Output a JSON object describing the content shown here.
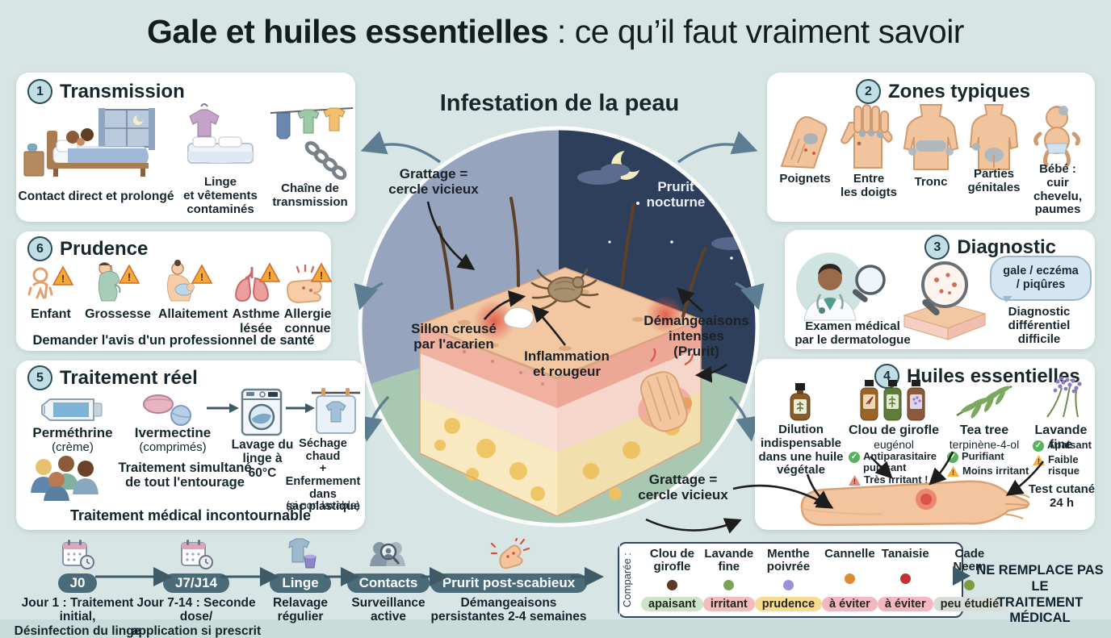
{
  "title": {
    "emphasis": "Gale et huiles essentielles",
    "rest": " : ce qu’il faut vraiment savoir"
  },
  "center": {
    "heading": "Infestation de la peau",
    "labels": {
      "scratch_left": "Grattage =\ncercle vicieux",
      "night_itch": "Prurit\nnocturne",
      "burrow": "Sillon creusé\npar l'acarien",
      "inflammation": "Inflammation\net rougeur",
      "itching": "Démangeaisons\nintenses\n(Prurit)",
      "scratch_bottom": "Grattage =\ncercle vicieux"
    }
  },
  "sections": {
    "transmission": {
      "number": "1",
      "title": "Transmission",
      "captions": [
        "Contact direct et prolongé",
        "Linge\net vêtements\ncontaminés",
        "Chaîne de\ntransmission"
      ]
    },
    "zones": {
      "number": "2",
      "title": "Zones typiques",
      "captions": [
        "Poignets",
        "Entre\nles doigts",
        "Tronc",
        "Parties\ngénitales",
        "Bébé :\ncuir chevelu,\npaumes"
      ]
    },
    "diagnostic": {
      "number": "3",
      "title": "Diagnostic",
      "exam": "Examen médical\npar le dermatologue",
      "bubble": "gale / eczéma\n/ piqûres",
      "differential": "Diagnostic\ndifférentiel\ndifficile"
    },
    "huiles": {
      "number": "4",
      "title": "Huiles essentielles",
      "dilution": "Dilution\nindispensable\ndans une huile\nvégétale",
      "oils": [
        {
          "name": "Clou de girofle",
          "chemotype": "eugénol",
          "benefit": "Antiparasitaire\npuissant",
          "risk": "Très irritant !"
        },
        {
          "name": "Tea tree",
          "chemotype": "terpinène-4-ol",
          "benefit": "Purifiant",
          "risk": "Moins irritant"
        },
        {
          "name": "Lavande fine",
          "chemotype": "",
          "benefit": "Apaisant",
          "risk": "Faible risque"
        }
      ],
      "skin_test": "Test cutané\n24 h"
    },
    "traitement": {
      "number": "5",
      "title": "Traitement réel",
      "permethrine": "Perméthrine",
      "permethrine_form": "(crème)",
      "ivermectine": "Ivermectine",
      "ivermectine_form": "(comprimés)",
      "lavage": "Lavage du\nlinge à\n60°C",
      "sechage": "Séchage\nchaud\n+\nEnfermement dans\nsac plastique",
      "sechage_note": "(si non lavable)",
      "entourage": "Traitement simultané\nde tout l'entourage",
      "footer": "Traitement médical incontournable"
    },
    "prudence": {
      "number": "6",
      "title": "Prudence",
      "captions": [
        "Enfant",
        "Grossesse",
        "Allaitement",
        "Asthme\nlésée",
        "Allergie\nconnue"
      ],
      "footer": "Demander l'avis d'un professionnel de santé"
    }
  },
  "timeline": {
    "steps": [
      {
        "pill": "J0",
        "caption": "Jour 1 : Traitement initial,\nDésinfection du linge"
      },
      {
        "pill": "J7/J14",
        "caption": "Jour 7-14 : Seconde dose/\napplication si prescrit"
      },
      {
        "pill": "Linge",
        "caption": "Relavage\nrégulier"
      },
      {
        "pill": "Contacts",
        "caption": "Surveillance\nactive"
      },
      {
        "pill": "Prurit post-scabieux",
        "caption": "Démangeaisons\npersistantes 2-4 semaines"
      }
    ]
  },
  "comparison": {
    "side_label": "Comparée :",
    "columns": [
      {
        "name": "Clou de\ngirofle",
        "dot_color": "#5c3a28",
        "tag": "apaisant",
        "tag_color": "#cfe3c8"
      },
      {
        "name": "Lavande\nfine",
        "dot_color": "#79a457",
        "tag": "irritant",
        "tag_color": "#f4bcbc"
      },
      {
        "name": "Menthe\npoivrée",
        "dot_color": "#9c8fd8",
        "tag": "prudence",
        "tag_color": "#f6dc8e"
      },
      {
        "name": "Cannelle",
        "dot_color": "#dd8c33",
        "tag": "à éviter",
        "tag_color": "#f4b6c0"
      },
      {
        "name": "Tanaisie",
        "dot_color": "#c43131",
        "tag": "à éviter",
        "tag_color": "#f4b6c0"
      },
      {
        "name": "Cade\nNeem",
        "dot_color": "#7d9b3f",
        "tag": "peu étudié",
        "tag_color": "#d9dcd9"
      }
    ]
  },
  "disclaimer": "NE REMPLACE PAS LE\nTRAITEMENT MÉDICAL",
  "colors": {
    "background": "#d7e6e5",
    "card": "#ffffff",
    "badge_bg": "#c2dde4",
    "badge_border": "#2b4d57",
    "pill_bg": "#4a6b77",
    "pill_text": "#ffffff",
    "connector_arrow": "#5d7d92",
    "night_sky": "#2d3f5b",
    "day_sky": "#97a4bd",
    "ground_green": "#a9c8b2",
    "skin_tone": "#f1c6a1",
    "check_green": "#57b25d",
    "warn_orange": "#f0b23c",
    "danger_red": "#ea8a7c"
  }
}
